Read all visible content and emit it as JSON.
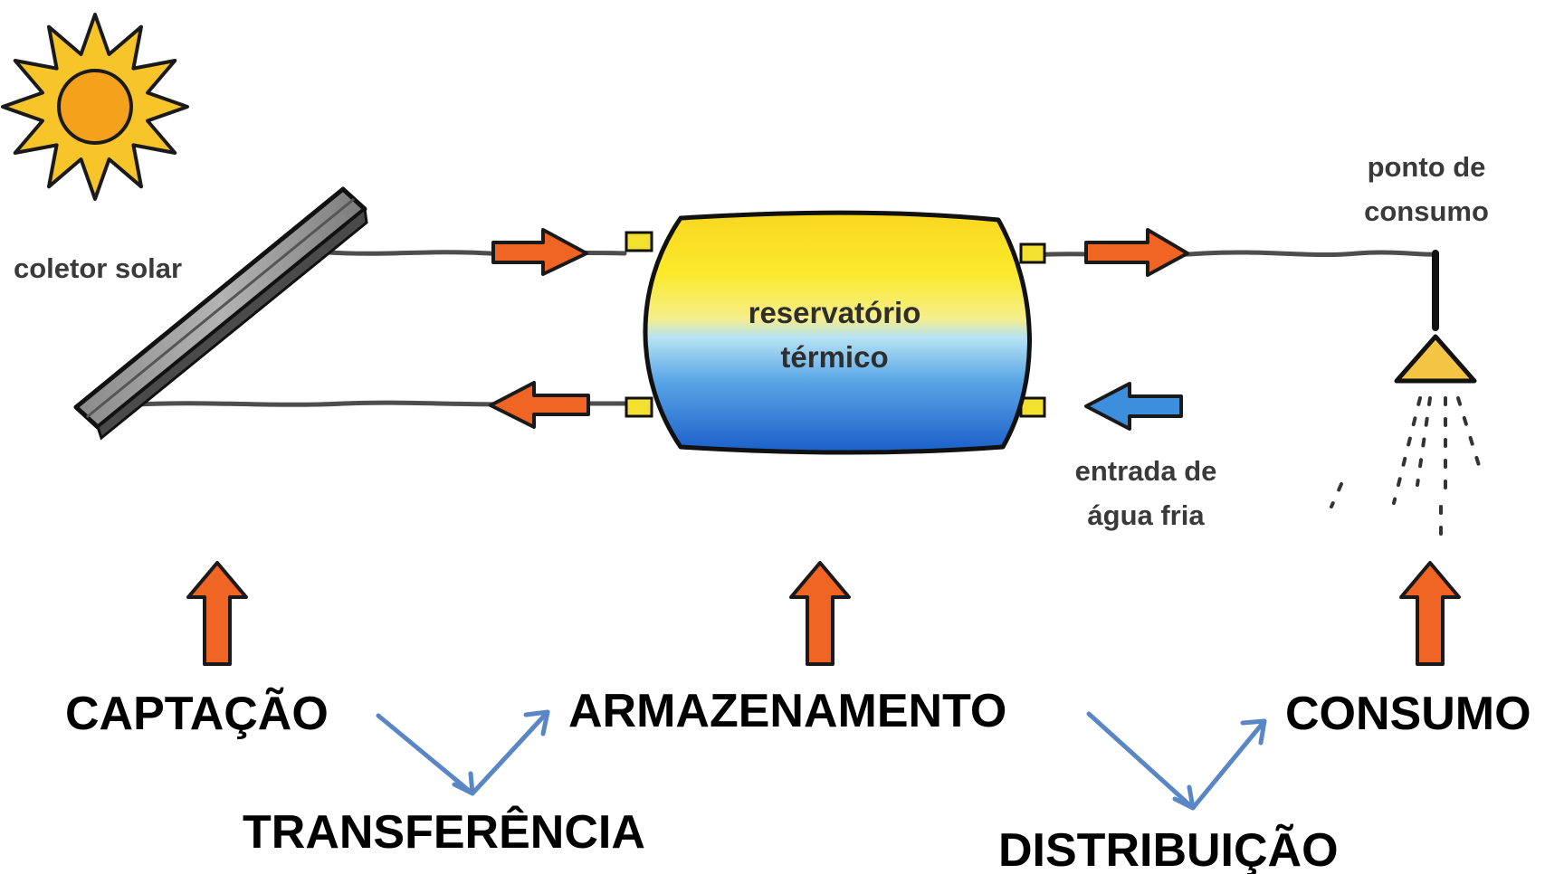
{
  "labels": {
    "collector": "coletor solar",
    "tank_line1": "reservatório",
    "tank_line2": "térmico",
    "consumption_point_line1": "ponto de",
    "consumption_point_line2": "consumo",
    "cold_water_line1": "entrada de",
    "cold_water_line2": "água fria"
  },
  "stages": {
    "capture": "CAPTAÇÃO",
    "storage": "ARMAZENAMENTO",
    "consumption": "CONSUMO",
    "transfer": "TRANSFERÊNCIA",
    "distribution": "DISTRIBUIÇÃO"
  },
  "colors": {
    "hot_arrow": "#f06424",
    "cold_arrow": "#3d8fdd",
    "tank_top": "#f9e01c",
    "tank_bottom": "#1f6ed2",
    "sun": "#f7c52a",
    "sun_core": "#f4a21c",
    "link_arrow": "#5b86c6",
    "connector": "#f3e12f"
  }
}
